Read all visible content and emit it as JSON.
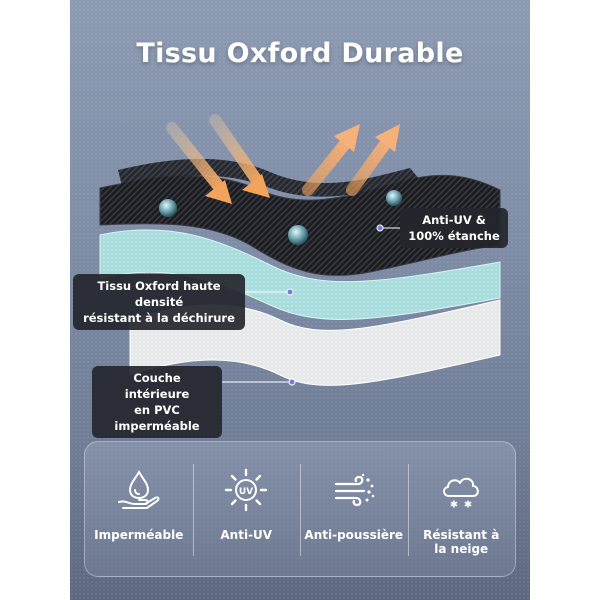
{
  "title": "Tissu Oxford Durable",
  "callouts": {
    "top": {
      "lines": [
        "Anti-UV &",
        "100% étanche"
      ]
    },
    "middle": {
      "lines": [
        "Tissu Oxford haute densité",
        "résistant à la déchirure"
      ]
    },
    "bottom": {
      "lines": [
        "Couche intérieure",
        "en PVC imperméable"
      ]
    }
  },
  "features": [
    {
      "icon": "water-drop-hand-icon",
      "lines": [
        "Imperméable"
      ]
    },
    {
      "icon": "uv-sun-icon",
      "lines": [
        "Anti-UV"
      ]
    },
    {
      "icon": "wind-dust-icon",
      "lines": [
        "Anti-poussière"
      ]
    },
    {
      "icon": "snow-cloud-icon",
      "lines": [
        "Résistant à",
        "la neige"
      ]
    }
  ],
  "colors": {
    "background": "#7e8ca6",
    "fabric_black": "#1b1c20",
    "fabric_cyan": "#a9dcdc",
    "fabric_white": "#e8eaec",
    "arrow_orange": "#f0a060",
    "marker": "#6f7fe0"
  }
}
